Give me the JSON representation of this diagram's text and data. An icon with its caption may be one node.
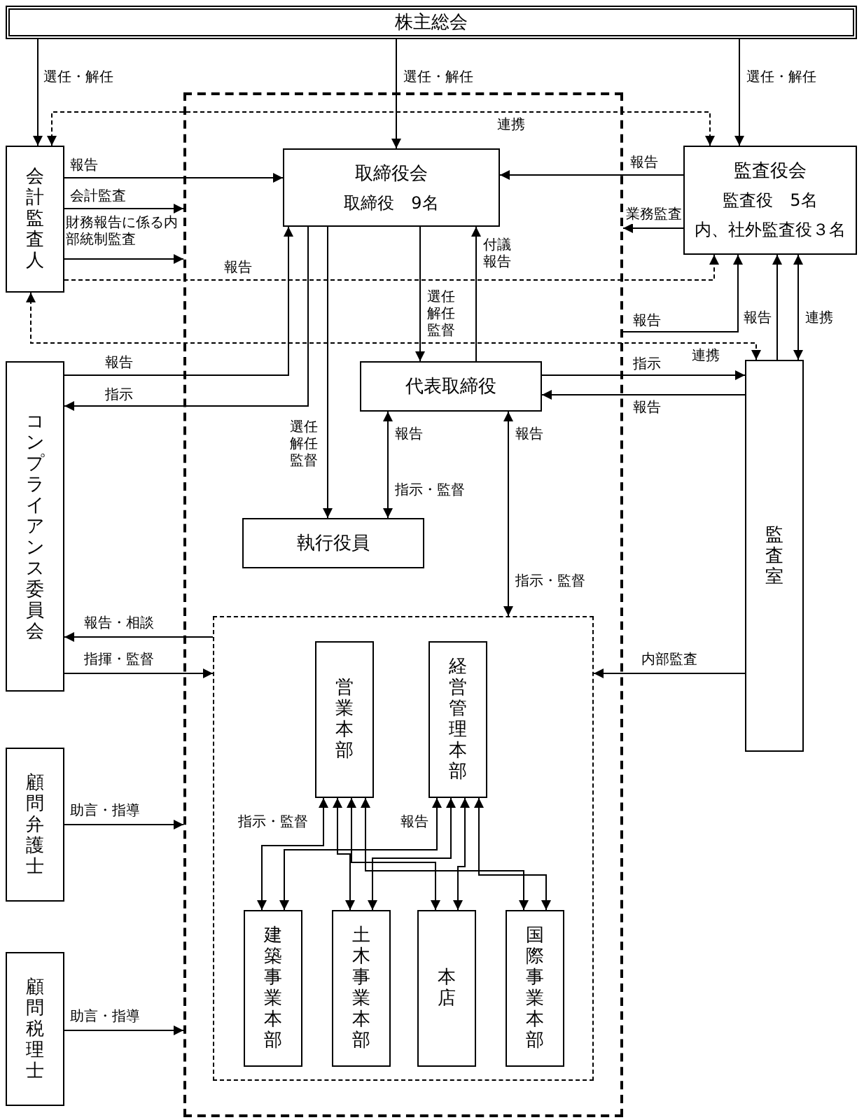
{
  "diagram": {
    "nodes": [
      {
        "text": [
          "株主総会"
        ]
      },
      {
        "text": [],
        "shape": "box"
      },
      {
        "text": [
          "取締役会",
          "取締役　9名"
        ],
        "in": 1
      },
      {
        "text": [
          "代表取締役"
        ],
        "in": 1
      },
      {
        "text": [
          "執行役員"
        ],
        "in": 1
      },
      {
        "text": [],
        "shape": "box",
        "in": 1
      },
      {
        "text": [
          "営業本部"
        ],
        "in": 5
      },
      {
        "text": [
          "経営管理本部"
        ],
        "in": 5
      },
      {
        "text": [
          "建築事業本部"
        ],
        "in": 5
      },
      {
        "text": [
          "土木事業本部"
        ],
        "in": 5
      },
      {
        "text": [
          "本店"
        ],
        "in": 5
      },
      {
        "text": [
          "国際事業本部"
        ],
        "in": 5
      },
      {
        "text": [
          "会計監査人"
        ]
      },
      {
        "text": [
          "監査役会",
          "監査役　5名",
          "内、社外監査役３名"
        ]
      },
      {
        "text": [
          "コンプライアンス委員会"
        ]
      },
      {
        "text": [
          "監査室"
        ]
      },
      {
        "text": [
          "顧問弁護士"
        ]
      },
      {
        "text": [
          "顧問税理士"
        ]
      }
    ],
    "edges": [
      {
        "from": 0,
        "to": 12,
        "arrow": "to",
        "label": "選任・解任"
      },
      {
        "from": 0,
        "to": 2,
        "arrow": "to",
        "label": "選任・解任"
      },
      {
        "from": 0,
        "to": 13,
        "arrow": "to",
        "label": "選任・解任"
      },
      {
        "from": 12,
        "to": 13,
        "arrow": "both",
        "label": "連携",
        "style": "dashed"
      },
      {
        "from": 12,
        "to": 2,
        "arrow": "to",
        "label": "報告"
      },
      {
        "from": 12,
        "to": 1,
        "arrow": "to",
        "label": "会計監査"
      },
      {
        "from": 12,
        "to": 1,
        "arrow": "to",
        "label": "財務報告に係る内部統制監査"
      },
      {
        "from": 12,
        "to": 13,
        "arrow": "to",
        "label": "報告",
        "style": "dashed"
      },
      {
        "from": 13,
        "to": 2,
        "arrow": "to",
        "label": "報告"
      },
      {
        "from": 13,
        "to": 1,
        "arrow": "to",
        "label": "業務監査"
      },
      {
        "from": 2,
        "to": 3,
        "arrow": "to",
        "label": "選任解任監督"
      },
      {
        "from": 3,
        "to": 2,
        "arrow": "to",
        "label": "付議報告"
      },
      {
        "from": 12,
        "to": 15,
        "arrow": "both",
        "label": "連携",
        "style": "dashed"
      },
      {
        "from": 14,
        "to": 2,
        "arrow": "to",
        "label": "報告"
      },
      {
        "from": 2,
        "to": 14,
        "arrow": "to",
        "label": "指示"
      },
      {
        "from": 1,
        "to": 13,
        "arrow": "to",
        "label": "報告"
      },
      {
        "from": 15,
        "to": 13,
        "arrow": "to",
        "label": "報告"
      },
      {
        "from": 15,
        "to": 13,
        "arrow": "both",
        "label": "連携"
      },
      {
        "from": 3,
        "to": 15,
        "arrow": "to",
        "label": "指示"
      },
      {
        "from": 15,
        "to": 3,
        "arrow": "to",
        "label": "報告"
      },
      {
        "from": 2,
        "to": 4,
        "arrow": "to",
        "label": "選任解任監督"
      },
      {
        "from": 3,
        "to": 4,
        "arrow": "both",
        "label": "報告"
      },
      {
        "from": 3,
        "to": 5,
        "arrow": "both",
        "label": "報告"
      },
      {
        "from": 5,
        "to": 14,
        "arrow": "to",
        "label": "報告・相談"
      },
      {
        "from": 14,
        "to": 5,
        "arrow": "to",
        "label": "指揮・監督"
      },
      {
        "from": 15,
        "to": 5,
        "arrow": "to",
        "label": "内部監査"
      },
      {
        "from": 16,
        "to": 1,
        "arrow": "to",
        "label": "助言・指導"
      },
      {
        "from": 17,
        "to": 1,
        "arrow": "to",
        "label": "助言・指導"
      },
      {
        "from": 6,
        "to": 8,
        "arrow": "both",
        "label": "指示・監督"
      },
      {
        "from": 6,
        "to": 9,
        "arrow": "both"
      },
      {
        "from": 6,
        "to": 10,
        "arrow": "both"
      },
      {
        "from": 6,
        "to": 11,
        "arrow": "both"
      },
      {
        "from": 7,
        "to": 8,
        "arrow": "both",
        "label": "報告"
      },
      {
        "from": 7,
        "to": 9,
        "arrow": "both"
      },
      {
        "from": 7,
        "to": 10,
        "arrow": "both"
      },
      {
        "from": 7,
        "to": 11,
        "arrow": "both"
      }
    ],
    "labels": [
      "指示・監督",
      "指示・監督"
    ]
  }
}
